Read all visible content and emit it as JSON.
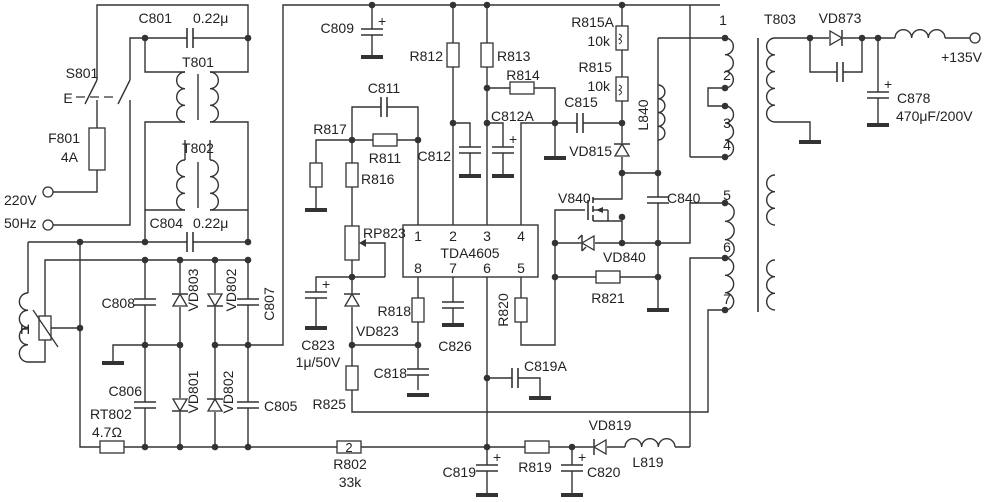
{
  "colors": {
    "line": "#333333",
    "background": "#ffffff"
  },
  "switch": {
    "ref": "S801",
    "pole_mark": "E"
  },
  "fuse": {
    "ref": "F801",
    "value": "4A"
  },
  "mains": {
    "voltage": "220V",
    "frequency": "50Hz"
  },
  "filter": {
    "c801": "C801",
    "c801_value": "0.22μ",
    "t801": "T801",
    "t802": "T802",
    "c804": "C804",
    "c804_value": "0.22μ"
  },
  "degauss": {
    "coil": "H"
  },
  "rectifier": {
    "c808": "C808",
    "vd803": "VD803",
    "vd802a": "VD802",
    "c807": "C807",
    "c806": "C806",
    "vd801": "VD801",
    "vd802b": "VD802",
    "c805": "C805",
    "rt802": "RT802",
    "rt802_value": "4.7Ω"
  },
  "control": {
    "c809": "C809",
    "r812": "R812",
    "r813": "R813",
    "r814": "R814",
    "c811": "C811",
    "r817": "R817",
    "r811": "R811",
    "r816": "R816",
    "c812": "C812",
    "c812a": "C812A",
    "c815": "C815",
    "rp823": "RP823",
    "c823": "C823",
    "c823_value": "1μ/50V",
    "vd823": "VD823",
    "r818": "R818",
    "c826": "C826",
    "c818": "C818",
    "r825": "R825",
    "r820": "R820",
    "c819a": "C819A",
    "r815a": "R815A",
    "r815a_value": "10k",
    "r815": "R815",
    "r815_value": "10k",
    "vd815": "VD815",
    "l840": "L840",
    "v840": "V840",
    "c840": "C840",
    "vd840": "VD840",
    "r821": "R821"
  },
  "ic": {
    "name": "TDA4605",
    "pins_top": [
      "1",
      "2",
      "3",
      "4"
    ],
    "pins_bottom": [
      "8",
      "7",
      "6",
      "5"
    ]
  },
  "startup": {
    "r802": "R802",
    "r802_value": "33k",
    "r802_mark": "2",
    "c819": "C819",
    "r819": "R819",
    "c820": "C820",
    "vd819": "VD819",
    "l819": "L819"
  },
  "transformer": {
    "ref": "T803",
    "pins": [
      "1",
      "2",
      "3",
      "4",
      "5",
      "6",
      "7"
    ]
  },
  "output": {
    "vd873": "VD873",
    "c878": "C878",
    "c878_value": "470μF/200V",
    "voltage": "+135V"
  }
}
